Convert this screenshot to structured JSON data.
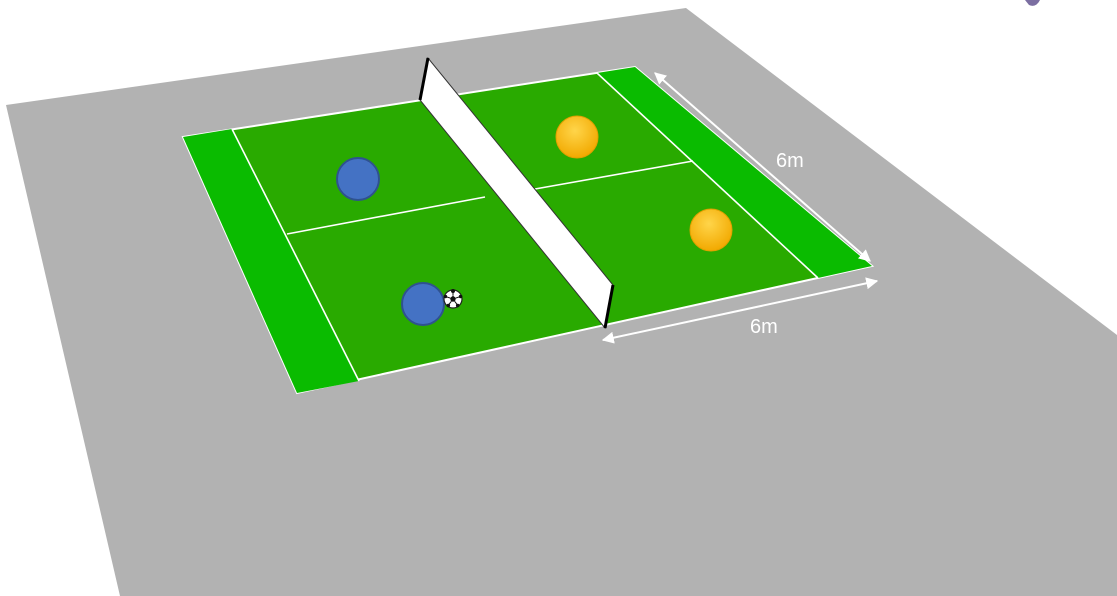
{
  "diagram": {
    "colors": {
      "surround": "#b2b2b2",
      "court": "#29aa00",
      "end_zone": "#0abb00",
      "lines": "#ffffff",
      "net": "#ffffff",
      "team_a": "#4472c4",
      "team_b": "#ffc000"
    },
    "dimensions": {
      "depth_label": "6m",
      "width_label": "6m"
    },
    "players": {
      "team_a_count": 2,
      "team_b_count": 2
    },
    "ball": {
      "icon": "soccer-ball-icon",
      "held_by": "team_a_player_2"
    },
    "net": {
      "icon": "net"
    }
  }
}
